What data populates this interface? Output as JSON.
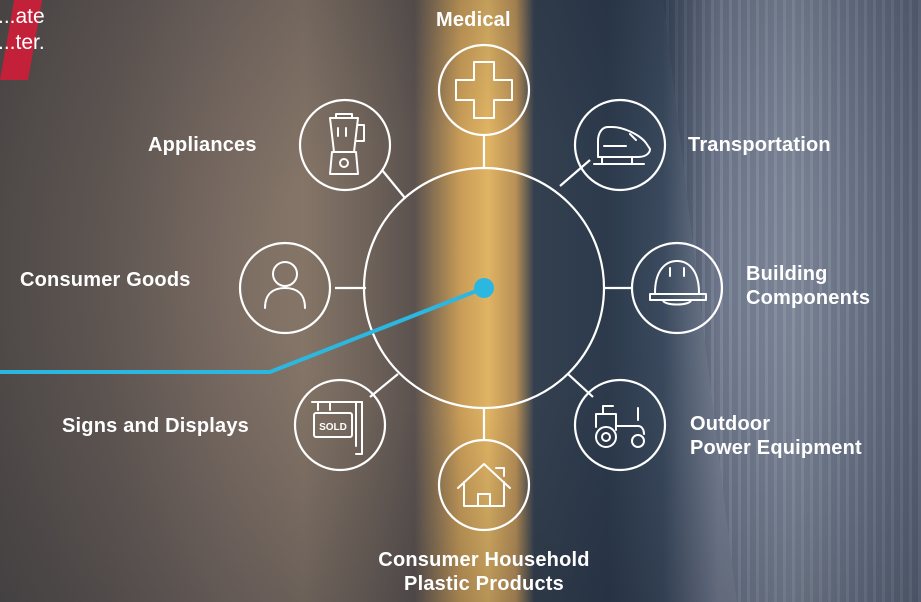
{
  "intro_text": [
    "...ate",
    "...ter."
  ],
  "hub": {
    "accent_color": "#2bb7e0"
  },
  "industries": [
    {
      "label": "Medical",
      "icon": "medical-cross-icon"
    },
    {
      "label": "Transportation",
      "icon": "train-icon"
    },
    {
      "label": [
        "Building",
        "Components"
      ],
      "icon": "hard-hat-icon"
    },
    {
      "label": [
        "Outdoor",
        "Power Equipment"
      ],
      "icon": "tractor-icon"
    },
    {
      "label": [
        "Consumer Household",
        "Plastic Products"
      ],
      "icon": "house-icon"
    },
    {
      "label": "Signs and Displays",
      "icon": "sold-sign-icon"
    },
    {
      "label": "Consumer Goods",
      "icon": "person-icon"
    },
    {
      "label": "Appliances",
      "icon": "blender-icon"
    }
  ]
}
